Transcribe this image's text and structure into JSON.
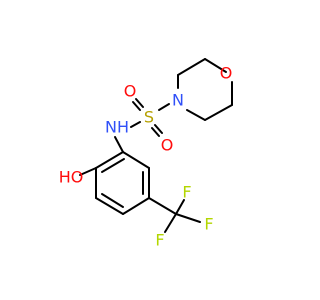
{
  "atoms": {
    "o_ring": "O",
    "n_ring": "N",
    "s": "S",
    "o_s1": "O",
    "o_s2": "O",
    "nh": "NH",
    "ho": "HO",
    "f1": "F",
    "f2": "F",
    "f3": "F"
  },
  "colors": {
    "oxygen": "#ff0d0d",
    "nitrogen": "#3050f8",
    "sulfur": "#b5a000",
    "fluorine": "#b3d600",
    "bond": "#000000"
  }
}
